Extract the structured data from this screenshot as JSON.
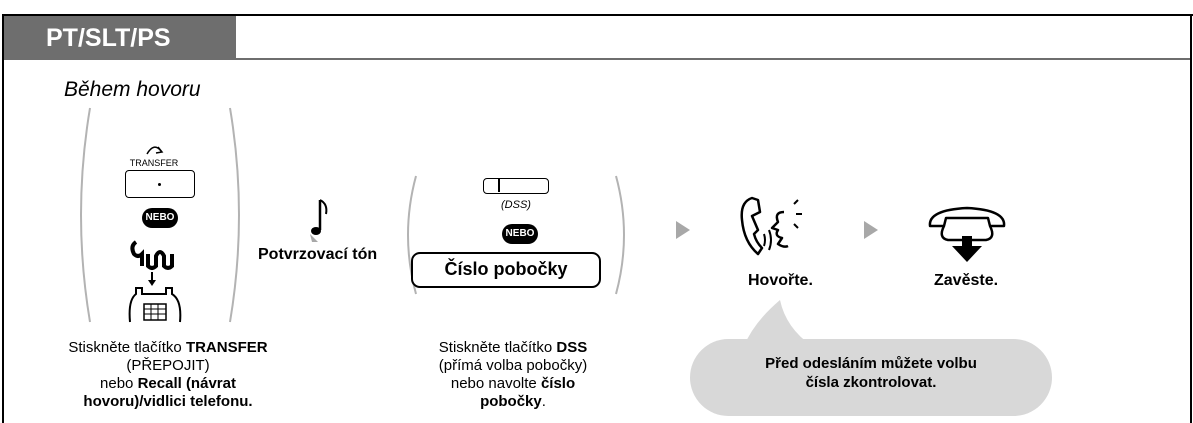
{
  "header": {
    "tab_label": "PT/SLT/PS"
  },
  "during_call": "Během hovoru",
  "step1": {
    "transfer_key_label": "TRANSFER",
    "or_badge": "NEBO",
    "instr_line1_a": "Stiskněte tlačítko ",
    "instr_line1_b": "TRANSFER",
    "instr_line2": "(PŘEPOJIT)",
    "instr_line3_a": "nebo ",
    "instr_line3_b": "Recall (návrat",
    "instr_line4": "hovoru)/vidlici telefonu."
  },
  "step2": {
    "tone_label": "Potvrzovací tón"
  },
  "step3": {
    "dss_label": "(DSS)",
    "or_badge": "NEBO",
    "ext_button": "Číslo pobočky",
    "instr_line1_a": "Stiskněte tlačítko ",
    "instr_line1_b": "DSS",
    "instr_line2": "(přímá volba pobočky)",
    "instr_line3_a": "nebo navolte ",
    "instr_line3_b": "číslo",
    "instr_line4": "pobočky",
    "instr_line4_end": "."
  },
  "step4": {
    "label": "Hovořte."
  },
  "step5": {
    "label": "Zavěste."
  },
  "note": {
    "line1": "Před odesláním můžete volbu",
    "line2": "čísla zkontrolovat."
  },
  "icons": [
    "transfer-arrow-icon",
    "hand-press-icon",
    "phone-hook-icon",
    "music-note-icon",
    "talk-icon",
    "hang-up-icon"
  ],
  "colors": {
    "header_bg": "#6e6e6e",
    "arrow": "#a8a8a8",
    "note_bg": "#d8d8d8"
  }
}
